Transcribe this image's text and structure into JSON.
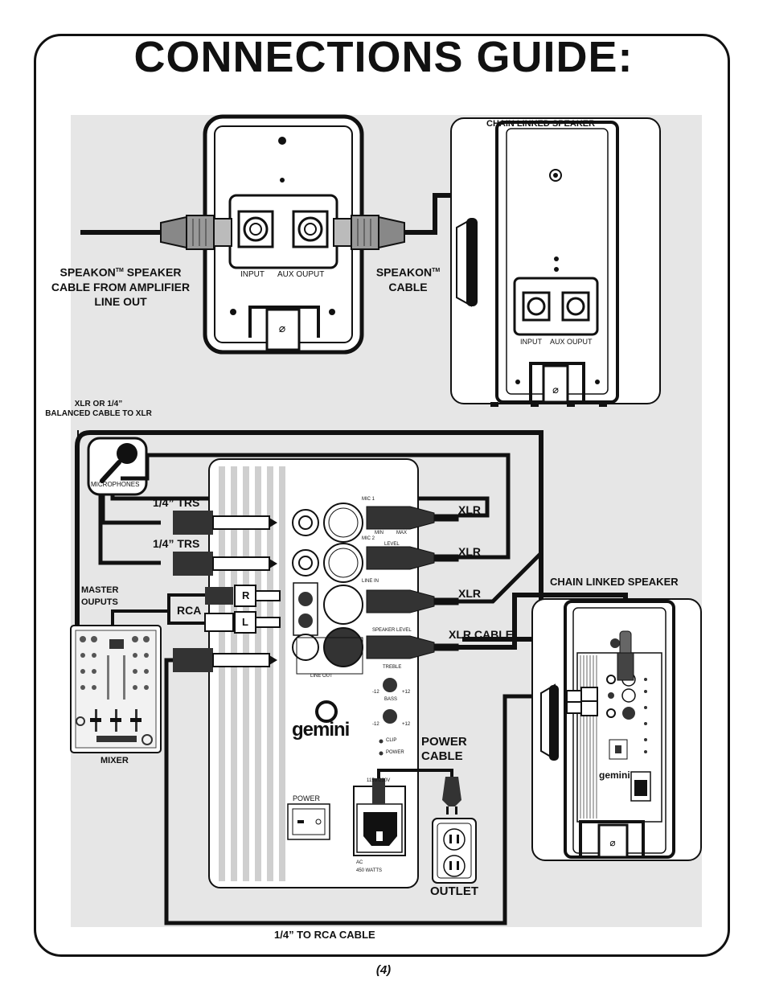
{
  "title": "CONNECTIONS GUIDE:",
  "page_number": "(4)",
  "labels": {
    "chain_linked_top": "CHAIN LINKED SPEAKER",
    "speakon_amp_1": "SPEAKON",
    "speakon_amp_tm": "TM",
    "speakon_amp_2": " SPEAKER",
    "speakon_amp_3": "CABLE FROM AMPLIFIER",
    "speakon_amp_4": "LINE OUT",
    "speakon_cable_1": "SPEAKON",
    "speakon_cable_tm": "TM",
    "speakon_cable_2": "CABLE",
    "input_top": "INPUT",
    "aux_top": "AUX OUPUT",
    "input_right": "INPUT",
    "aux_right": "AUX OUPUT",
    "xlr_balanced_1": "XLR OR 1/4”",
    "xlr_balanced_2": "BALANCED CABLE  TO XLR",
    "microphones": "MICROPHONES",
    "trs1": "1/4” TRS",
    "trs2": "1/4” TRS",
    "xlr1": "XLR",
    "xlr2": "XLR",
    "xlr3": "XLR",
    "xlr_cable": "XLR CABLE",
    "master_1": "MASTER",
    "master_2": "OUPUTS",
    "rca": "RCA",
    "mixer": "MIXER",
    "chain_linked_right": "CHAIN LINKED SPEAKER",
    "power_cable_1": "POWER",
    "power_cable_2": "CABLE",
    "outlet": "OUTLET",
    "rca_cable": "1/4” TO RCA CABLE",
    "power_switch": "POWER",
    "mic1": "MIC 1",
    "mic2": "MIC 2",
    "line_in": "LINE IN",
    "line_out": "LINE OUT",
    "speaker_level": "SPEAKER LEVEL",
    "treble": "TREBLE",
    "bass": "BASS",
    "clip": "CLIP",
    "power_led": "POWER",
    "brand": "gemini",
    "voltage": "115V/230V",
    "ac": "AC",
    "watts": "450 WATTS",
    "min": "MIN",
    "max": "MAX",
    "level": "LEVEL",
    "minus12": "-12",
    "plus12": "+12",
    "r": "R",
    "l": "L"
  }
}
